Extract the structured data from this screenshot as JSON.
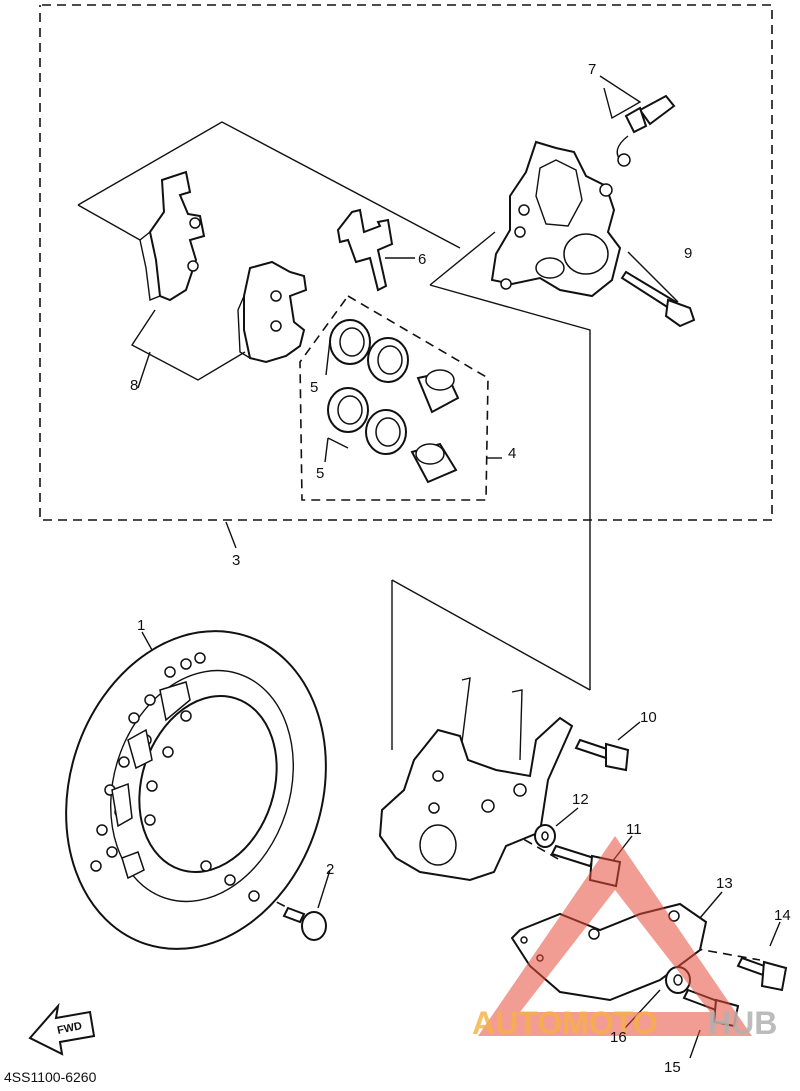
{
  "diagram": {
    "drawing_code": "4SS1100-6260",
    "fwd_label": "FWD",
    "watermark": {
      "text_part1": "AUTOMOTO",
      "text_part2": "HUB",
      "color_orange": "#f5b041",
      "color_gray": "#b0b0b0",
      "color_red": "#e74c3c"
    },
    "callouts": {
      "c1": "1",
      "c2": "2",
      "c3": "3",
      "c4": "4",
      "c5a": "5",
      "c5b": "5",
      "c6": "6",
      "c7": "7",
      "c8": "8",
      "c9": "9",
      "c10": "10",
      "c11": "11",
      "c12": "12",
      "c13": "13",
      "c14": "14",
      "c15": "15",
      "c16": "16"
    }
  }
}
